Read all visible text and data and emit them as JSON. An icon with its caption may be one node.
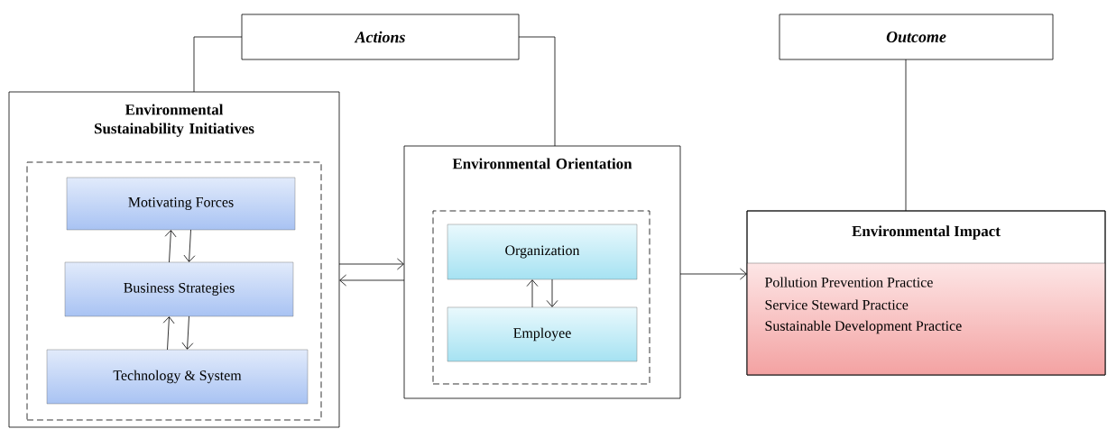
{
  "diagram": {
    "nodes": [
      {
        "text": [
          "Actions"
        ]
      },
      {
        "text": [
          "Outcome"
        ]
      },
      {
        "text": [
          "Environmental Sustainability Initiatives"
        ]
      },
      {
        "text": [],
        "shape": "box",
        "in": 2
      },
      {
        "text": [
          "Motivating Forces"
        ],
        "in": 3
      },
      {
        "text": [
          "Business Strategies"
        ],
        "in": 3
      },
      {
        "text": [
          "Technology & System"
        ],
        "in": 3
      },
      {
        "text": [
          "Environmental Orientation"
        ]
      },
      {
        "text": [],
        "shape": "box",
        "in": 7
      },
      {
        "text": [
          "Organization"
        ],
        "in": 8
      },
      {
        "text": [
          "Employee"
        ],
        "in": 8
      },
      {
        "text": [
          "Environmental Impact",
          "Pollution Prevention Practice",
          "Service Steward Practice",
          "Sustainable Development Practice"
        ]
      }
    ],
    "edges": [
      {
        "from": 0,
        "to": 2,
        "arrow": "none"
      },
      {
        "from": 0,
        "to": 7,
        "arrow": "none"
      },
      {
        "from": 1,
        "to": 11,
        "arrow": "none"
      },
      {
        "from": 5,
        "to": 4,
        "arrow": "to"
      },
      {
        "from": 4,
        "to": 5,
        "arrow": "to"
      },
      {
        "from": 6,
        "to": 5,
        "arrow": "to"
      },
      {
        "from": 5,
        "to": 6,
        "arrow": "to"
      },
      {
        "from": 10,
        "to": 9,
        "arrow": "to"
      },
      {
        "from": 9,
        "to": 10,
        "arrow": "to"
      },
      {
        "from": 2,
        "to": 7,
        "arrow": "to"
      },
      {
        "from": 7,
        "to": 2,
        "arrow": "to"
      },
      {
        "from": 7,
        "to": 11,
        "arrow": "to"
      }
    ]
  }
}
